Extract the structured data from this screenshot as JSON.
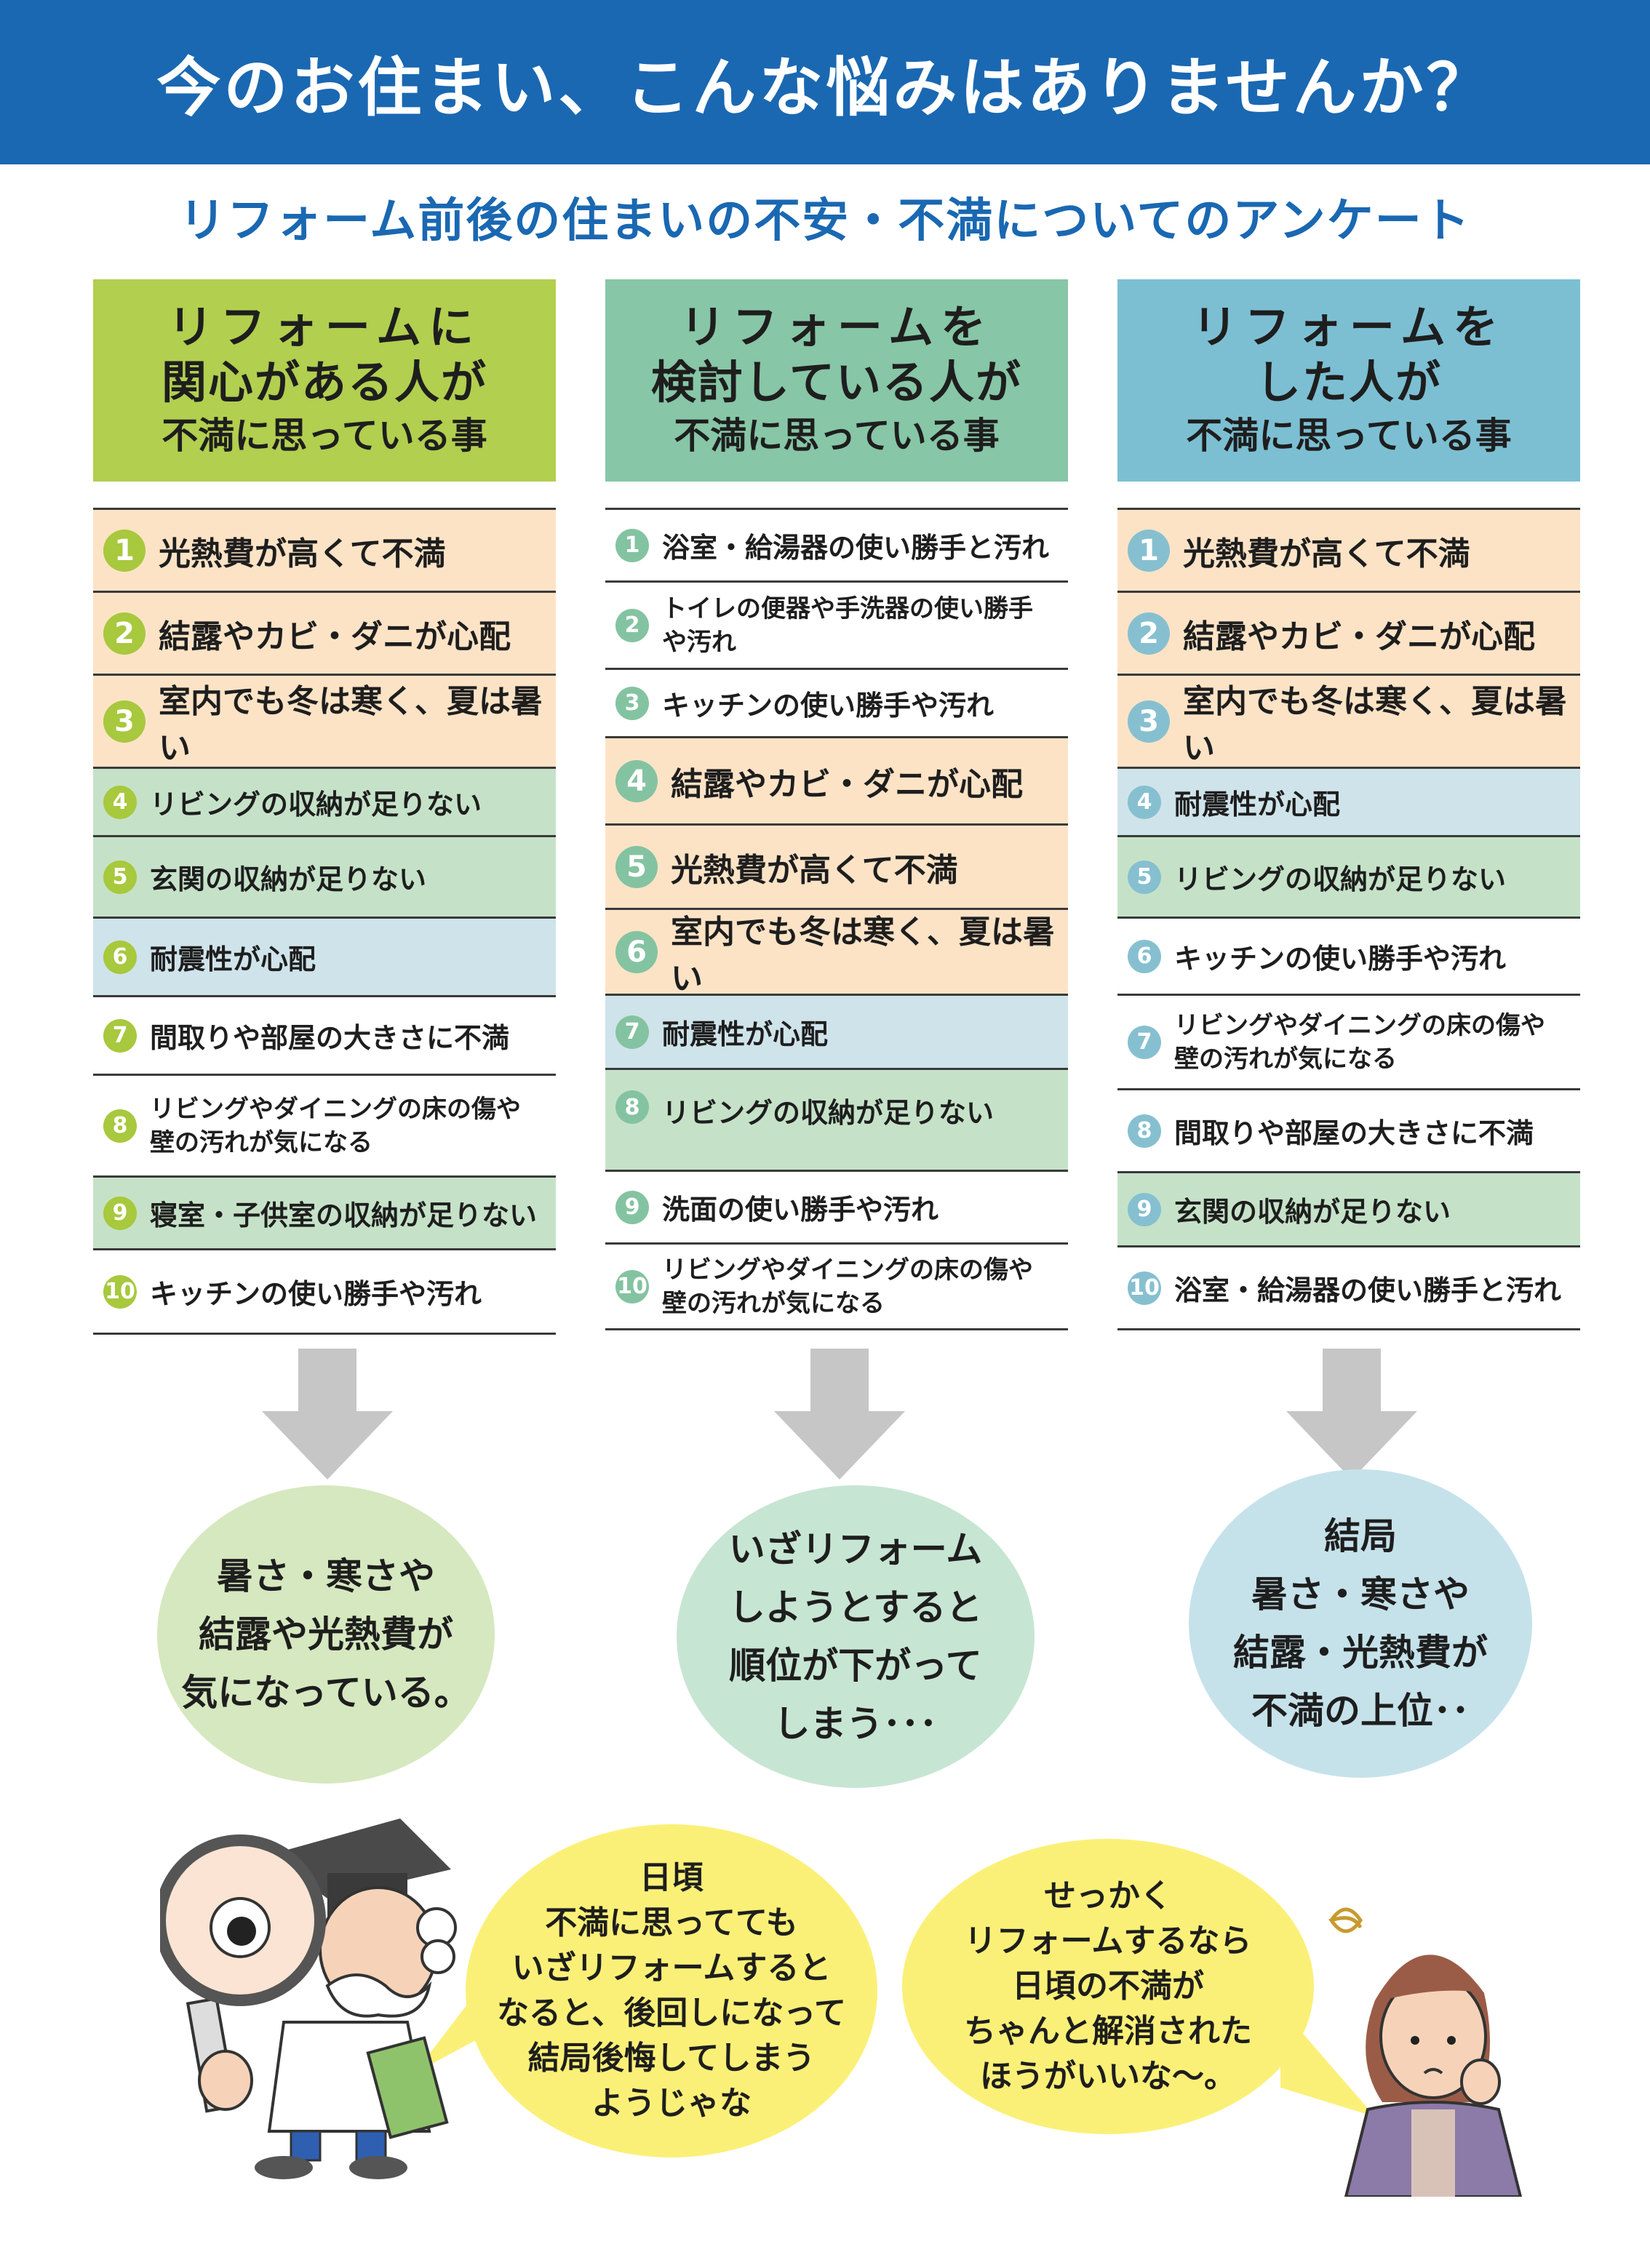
{
  "title": "今のお住まい、こんな悩みはありませんか？",
  "subtitle": "リフォーム前後の住まいの不安・不満についてのアンケート",
  "columns": [
    {
      "heading": [
        "リフォームに",
        "関心がある人が",
        "不満に思っている事"
      ],
      "items": [
        {
          "num": "1",
          "text": "光熱費が高くて不満"
        },
        {
          "num": "2",
          "text": "結露やカビ・ダニが心配"
        },
        {
          "num": "3",
          "text": "室内でも冬は寒く、夏は暑い"
        },
        {
          "num": "4",
          "text": "リビングの収納が足りない"
        },
        {
          "num": "5",
          "text": "玄関の収納が足りない"
        },
        {
          "num": "6",
          "text": "耐震性が心配"
        },
        {
          "num": "7",
          "text": "間取りや部屋の大きさに不満"
        },
        {
          "num": "8",
          "text": "リビングやダイニングの床の傷や壁の汚れが気になる"
        },
        {
          "num": "9",
          "text": "寝室・子供室の収納が足りない"
        },
        {
          "num": "10",
          "text": "キッチンの使い勝手や汚れ"
        }
      ],
      "conclusion": "暑さ・寒さや\n結露や光熱費が\n気になっている。"
    },
    {
      "heading": [
        "リフォームを",
        "検討している人が",
        "不満に思っている事"
      ],
      "items": [
        {
          "num": "1",
          "text": "浴室・給湯器の使い勝手と汚れ"
        },
        {
          "num": "2",
          "text": "トイレの便器や手洗器の使い勝手や汚れ"
        },
        {
          "num": "3",
          "text": "キッチンの使い勝手や汚れ"
        },
        {
          "num": "4",
          "text": "結露やカビ・ダニが心配"
        },
        {
          "num": "5",
          "text": "光熱費が高くて不満"
        },
        {
          "num": "6",
          "text": "室内でも冬は寒く、夏は暑い"
        },
        {
          "num": "7",
          "text": "耐震性が心配"
        },
        {
          "num": "8",
          "text": "リビングの収納が足りない"
        },
        {
          "num": "9",
          "text": "洗面の使い勝手や汚れ"
        },
        {
          "num": "10",
          "text": "リビングやダイニングの床の傷や壁の汚れが気になる"
        }
      ],
      "conclusion": "いざリフォーム\nしようとすると\n順位が下がって\nしまう･･･"
    },
    {
      "heading": [
        "リフォームを",
        "した人が",
        "不満に思っている事"
      ],
      "items": [
        {
          "num": "1",
          "text": "光熱費が高くて不満"
        },
        {
          "num": "2",
          "text": "結露やカビ・ダニが心配"
        },
        {
          "num": "3",
          "text": "室内でも冬は寒く、夏は暑い"
        },
        {
          "num": "4",
          "text": "耐震性が心配"
        },
        {
          "num": "5",
          "text": "リビングの収納が足りない"
        },
        {
          "num": "6",
          "text": "キッチンの使い勝手や汚れ"
        },
        {
          "num": "7",
          "text": "リビングやダイニングの床の傷や壁の汚れが気になる"
        },
        {
          "num": "8",
          "text": "間取りや部屋の大きさに不満"
        },
        {
          "num": "9",
          "text": "玄関の収納が足りない"
        },
        {
          "num": "10",
          "text": "浴室・給湯器の使い勝手と汚れ"
        }
      ],
      "conclusion": "結局\n暑さ・寒さや\n結露・光熱費が\n不満の上位･･"
    }
  ],
  "speech": {
    "professor": "日頃\n不満に思ってても\nいざリフォームすると\nなると、後回しになって\n結局後悔してしまう\nようじゃな",
    "woman": "せっかく\nリフォームするなら\n日頃の不満が\nちゃんと解消された\nほうがいいな〜。"
  },
  "colors": {
    "banner": "#1a68b2",
    "col1_head": "#b2cf4f",
    "col2_head": "#87c6a6",
    "col3_head": "#7cbfd3",
    "row_peach": "#fde3c6",
    "row_green": "#c5e2c8",
    "row_blue": "#cfe3ea",
    "bubble_green": "#d6e8bf",
    "bubble_teal": "#c7e5d3",
    "bubble_blue": "#c5e2ea",
    "speech_yellow": "#fbf077"
  }
}
